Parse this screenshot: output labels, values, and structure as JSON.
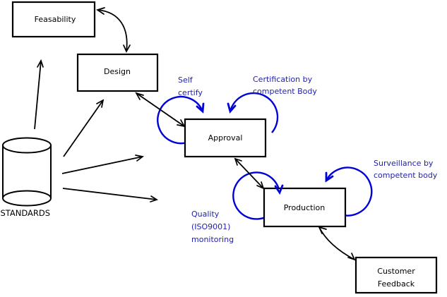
{
  "diagram": {
    "type": "process-flow",
    "nodes": {
      "feasability": {
        "label": "Feasability",
        "shape": "rectangle"
      },
      "design": {
        "label": "Design",
        "shape": "rectangle"
      },
      "approval": {
        "label": "Approval",
        "shape": "rectangle"
      },
      "production": {
        "label": "Production",
        "shape": "rectangle"
      },
      "customer_feedback": {
        "line1": "Customer",
        "line2": "Feedback",
        "shape": "rectangle"
      },
      "standards": {
        "label": "STANDARDS",
        "shape": "cylinder"
      }
    },
    "annotations": {
      "self_certify": {
        "line1": "Self",
        "line2": "certify"
      },
      "certification": {
        "line1": "Certification by",
        "line2": "competent Body"
      },
      "surveillance": {
        "line1": "Surveillance by",
        "line2": "competent body"
      },
      "quality": {
        "line1": "Quality",
        "line2": "(ISO9001)",
        "line3": "monitoring"
      }
    },
    "edges": [
      {
        "from": "feasability",
        "to": "design",
        "style": "black-double-arrow-curved"
      },
      {
        "from": "design",
        "to": "approval",
        "style": "black-double-arrow"
      },
      {
        "from": "approval",
        "to": "production",
        "style": "black-double-arrow"
      },
      {
        "from": "production",
        "to": "customer_feedback",
        "style": "black-double-arrow-curved"
      },
      {
        "from": "standards",
        "to": "feasability",
        "style": "black-arrow"
      },
      {
        "from": "standards",
        "to": "design",
        "style": "black-arrow"
      },
      {
        "from": "standards",
        "to": "approval",
        "style": "black-arrow"
      },
      {
        "from": "standards",
        "to": "production",
        "style": "black-arrow"
      },
      {
        "from": "approval",
        "to": "approval",
        "style": "blue-self-loop",
        "label": "self_certify"
      },
      {
        "from": "approval",
        "to": "approval",
        "style": "blue-self-loop",
        "label": "certification"
      },
      {
        "from": "production",
        "to": "production",
        "style": "blue-self-loop",
        "label": "quality"
      },
      {
        "from": "production",
        "to": "production",
        "style": "blue-self-loop",
        "label": "surveillance"
      }
    ],
    "colors": {
      "background": "#ffffff",
      "node_border": "#000000",
      "node_fill": "#ffffff",
      "black_arrow": "#000000",
      "blue_arrow": "#0000d8",
      "blue_text": "#2222aa"
    }
  }
}
